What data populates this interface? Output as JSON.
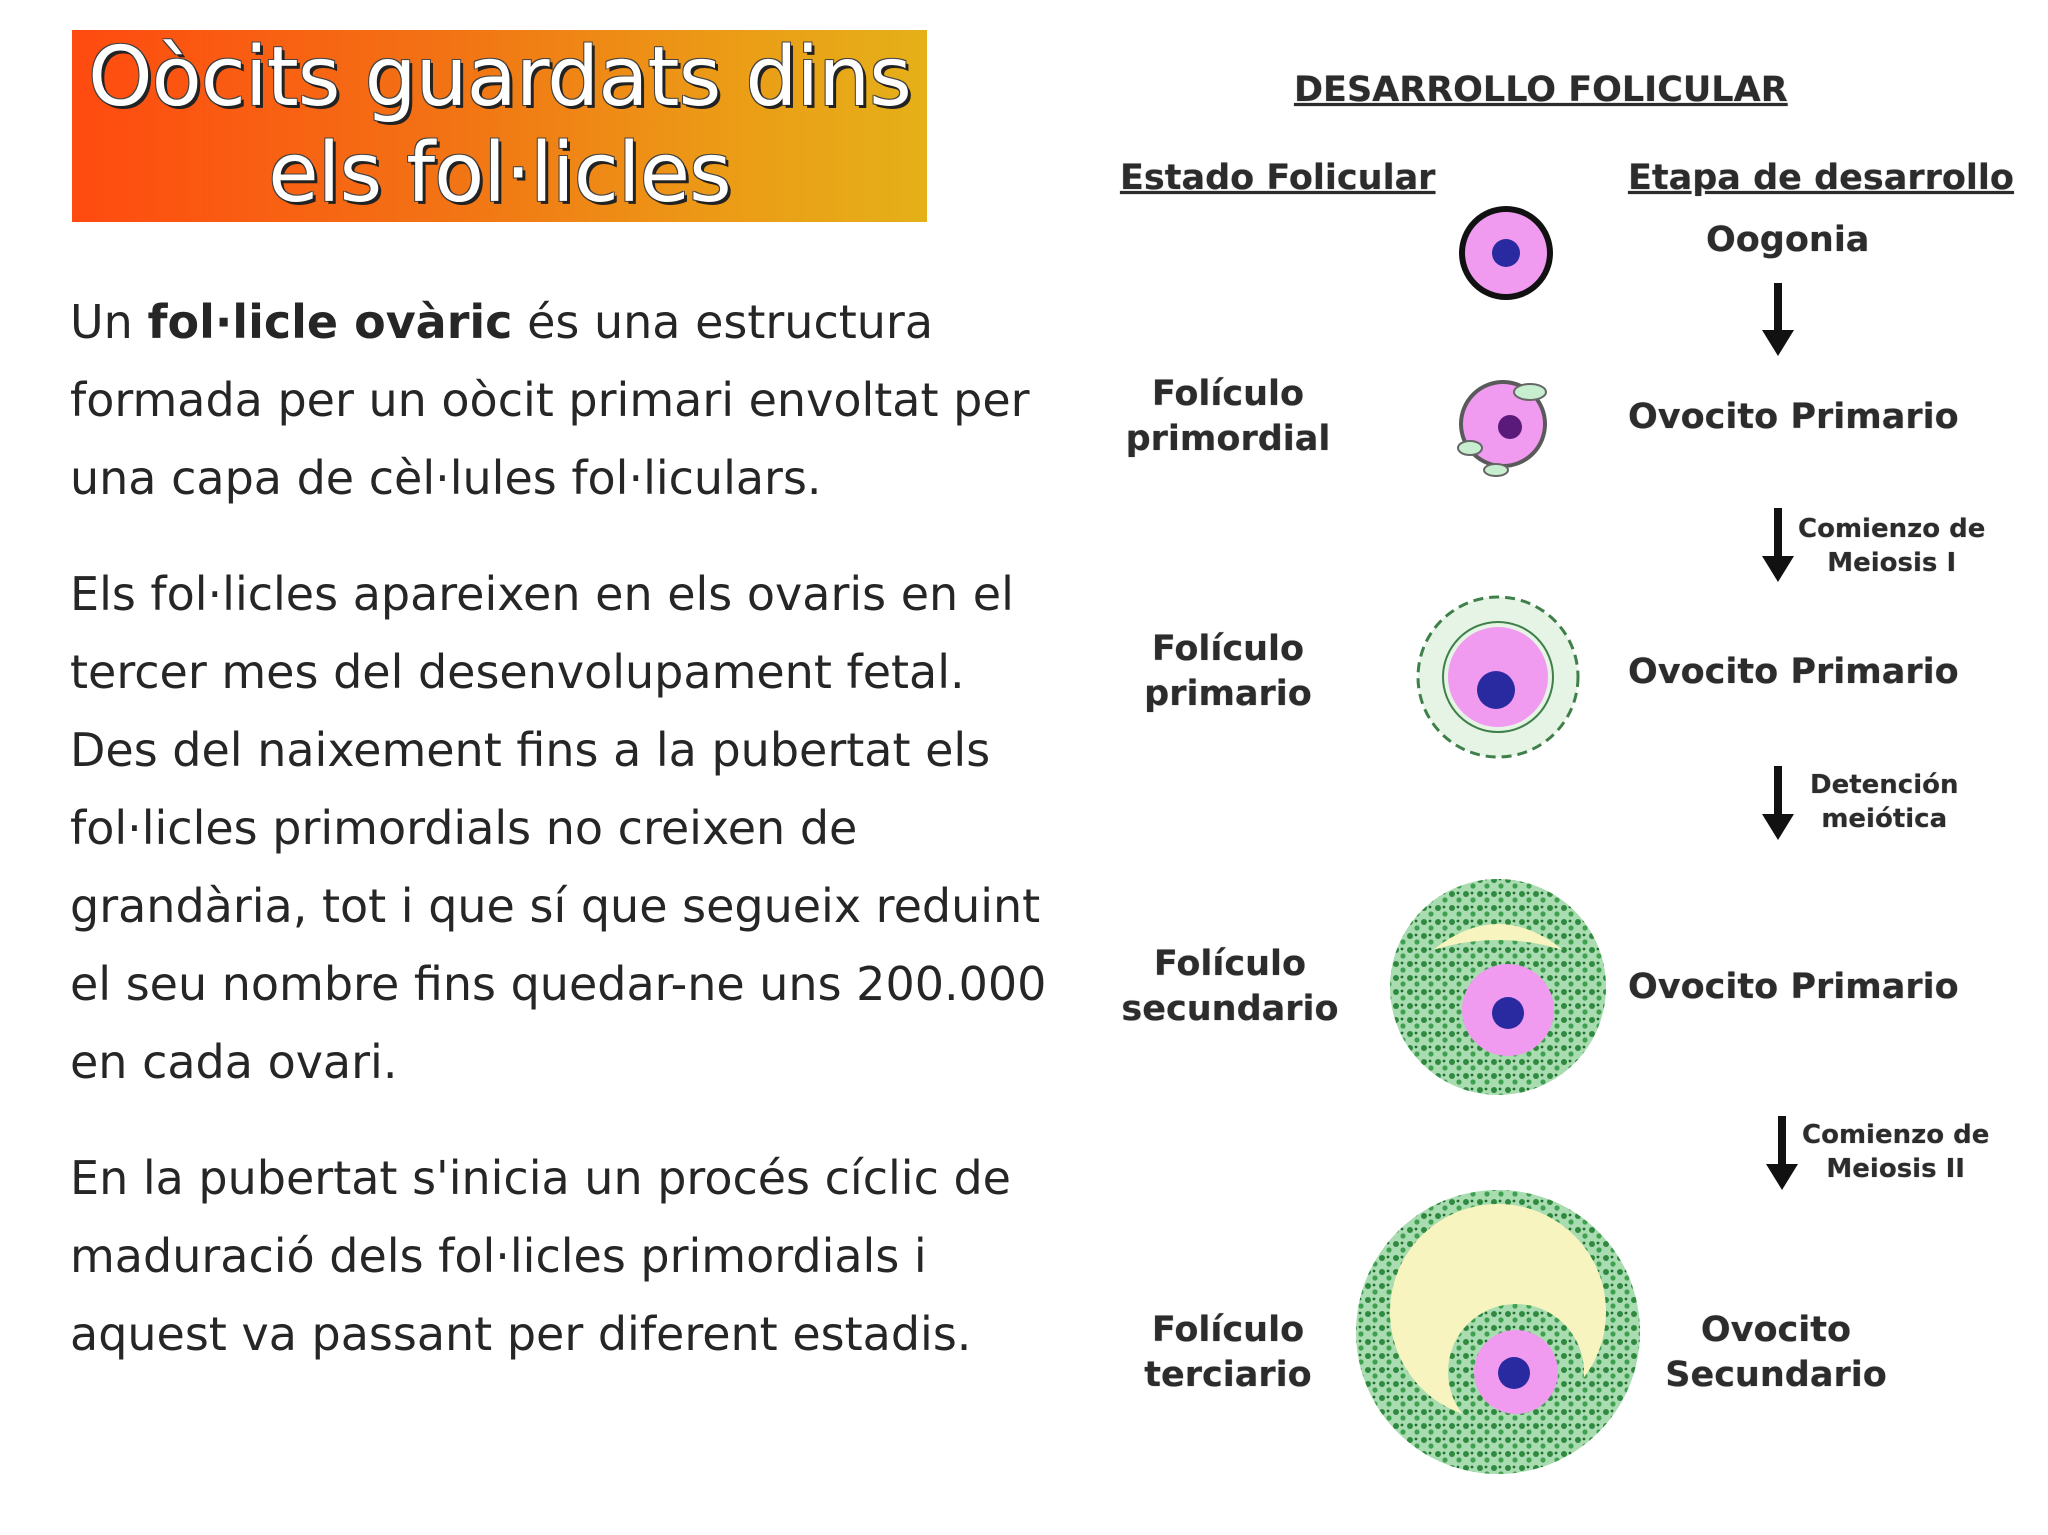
{
  "title": {
    "line1": "Oòcits guardats dins",
    "line2": "els fol·licles"
  },
  "body": {
    "p1_pre": "Un ",
    "p1_bold": "fol·licle ovàric",
    "p1_post": " és una estructura formada per un oòcit primari envoltat per una capa de cèl·lules fol·liculars.",
    "p2": "Els fol·licles apareixen en els ovaris en el tercer mes del desenvolupament fetal. Des del naixement fins a la pubertat els fol·licles primordials no creixen de grandària, tot i que sí que segueix reduint el seu nombre fins quedar-ne uns 200.000 en cada ovari.",
    "p3": "En la pubertat s'inicia un procés cíclic de maduració dels fol·licles primordials i aquest va passant per diferent estadis."
  },
  "diagram": {
    "title": "DESARROLLO FOLICULAR",
    "col_left": "Estado Folicular",
    "col_right": "Etapa de desarrollo",
    "stages": [
      {
        "follicle": "",
        "stage": "Oogonia"
      },
      {
        "follicle_l1": "Folículo",
        "follicle_l2": "primordial",
        "stage": "Ovocito Primario"
      },
      {
        "follicle_l1": "Folículo",
        "follicle_l2": "primario",
        "stage": "Ovocito Primario"
      },
      {
        "follicle_l1": "Folículo",
        "follicle_l2": "secundario",
        "stage": "Ovocito Primario"
      },
      {
        "follicle_l1": "Folículo",
        "follicle_l2": "terciario",
        "stage_l1": "Ovocito",
        "stage_l2": "Secundario"
      }
    ],
    "transitions": [
      {
        "l1": "Comienzo de",
        "l2": "Meiosis I"
      },
      {
        "l1": "Detención",
        "l2": "meiótica"
      },
      {
        "l1": "Comienzo de",
        "l2": "Meiosis II"
      }
    ],
    "colors": {
      "oocyte": "#ee88ee",
      "nucleus": "#2a2aa0",
      "granulosa": "#3c9a4c",
      "antrum": "#f8f4c0"
    }
  }
}
